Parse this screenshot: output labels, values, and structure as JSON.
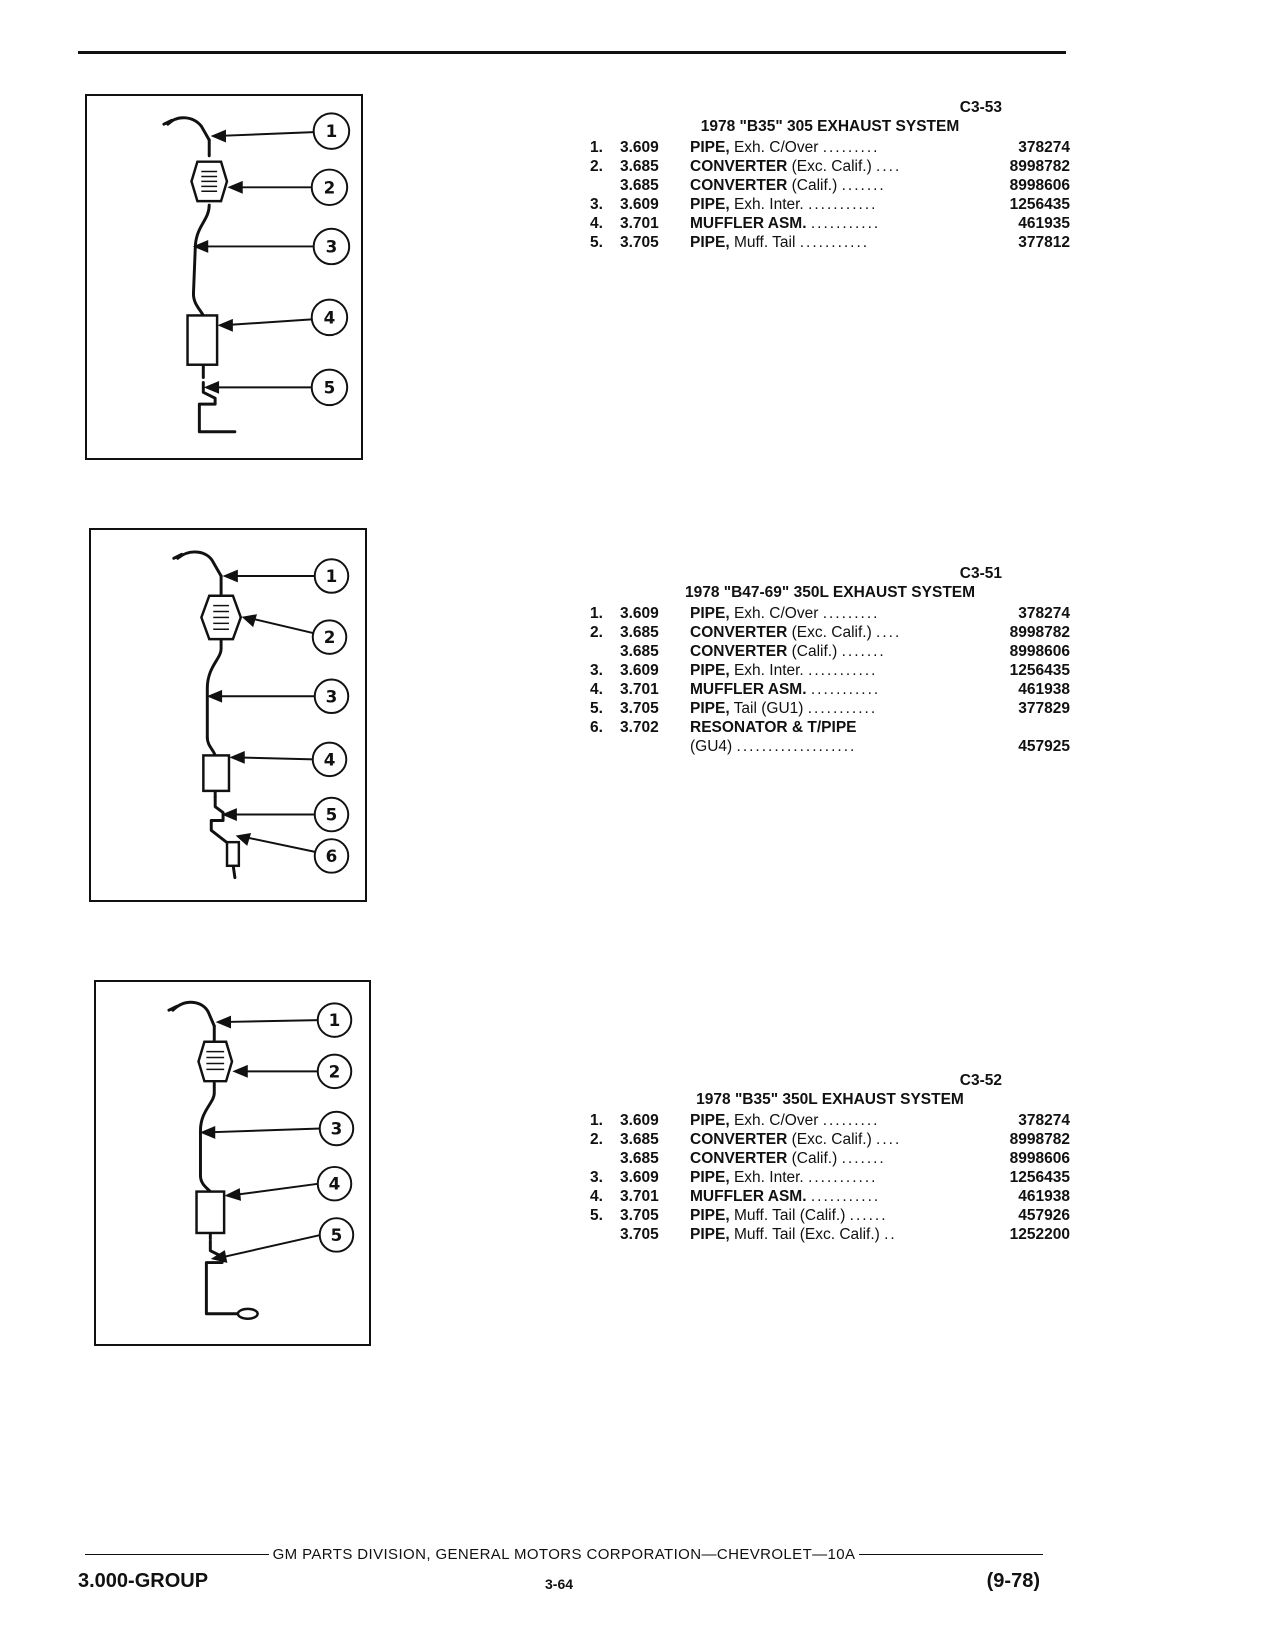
{
  "sections": [
    {
      "code": "C3-53",
      "title": "1978 \"B35\" 305 EXHAUST SYSTEM",
      "callouts": [
        "1",
        "2",
        "3",
        "4",
        "5"
      ],
      "rows": [
        {
          "num": "1.",
          "grp": "3.609",
          "name": "PIPE,",
          "desc": "Exh. C/Over",
          "dots": ".........",
          "pn": "378274"
        },
        {
          "num": "2.",
          "grp": "3.685",
          "name": "CONVERTER",
          "desc": "(Exc. Calif.)",
          "dots": "....",
          "pn": "8998782"
        },
        {
          "num": "",
          "grp": "3.685",
          "name": "CONVERTER",
          "desc": "(Calif.)",
          "dots": ".......",
          "pn": "8998606"
        },
        {
          "num": "3.",
          "grp": "3.609",
          "name": "PIPE,",
          "desc": "Exh. Inter.",
          "dots": "...........",
          "pn": "1256435"
        },
        {
          "num": "4.",
          "grp": "3.701",
          "name": "MUFFLER ASM.",
          "desc": "",
          "dots": "...........",
          "pn": "461935"
        },
        {
          "num": "5.",
          "grp": "3.705",
          "name": "PIPE,",
          "desc": "Muff. Tail",
          "dots": "...........",
          "pn": "377812"
        }
      ]
    },
    {
      "code": "C3-51",
      "title": "1978 \"B47-69\" 350L EXHAUST SYSTEM",
      "callouts": [
        "1",
        "2",
        "3",
        "4",
        "5",
        "6"
      ],
      "rows": [
        {
          "num": "1.",
          "grp": "3.609",
          "name": "PIPE,",
          "desc": "Exh. C/Over",
          "dots": ".........",
          "pn": "378274"
        },
        {
          "num": "2.",
          "grp": "3.685",
          "name": "CONVERTER",
          "desc": "(Exc. Calif.)",
          "dots": "....",
          "pn": "8998782"
        },
        {
          "num": "",
          "grp": "3.685",
          "name": "CONVERTER",
          "desc": "(Calif.)",
          "dots": ".......",
          "pn": "8998606"
        },
        {
          "num": "3.",
          "grp": "3.609",
          "name": "PIPE,",
          "desc": "Exh. Inter.",
          "dots": "...........",
          "pn": "1256435"
        },
        {
          "num": "4.",
          "grp": "3.701",
          "name": "MUFFLER ASM.",
          "desc": "",
          "dots": "...........",
          "pn": "461938"
        },
        {
          "num": "5.",
          "grp": "3.705",
          "name": "PIPE,",
          "desc": "Tail (GU1)",
          "dots": "...........",
          "pn": "377829"
        },
        {
          "num": "6.",
          "grp": "3.702",
          "name": "RESONATOR & T/PIPE",
          "desc": "",
          "dots": "",
          "pn": ""
        },
        {
          "num": "",
          "grp": "",
          "name": "",
          "desc": "(GU4)",
          "dots": "...................",
          "pn": "457925"
        }
      ]
    },
    {
      "code": "C3-52",
      "title": "1978 \"B35\" 350L EXHAUST SYSTEM",
      "callouts": [
        "1",
        "2",
        "3",
        "4",
        "5"
      ],
      "rows": [
        {
          "num": "1.",
          "grp": "3.609",
          "name": "PIPE,",
          "desc": "Exh. C/Over",
          "dots": ".........",
          "pn": "378274"
        },
        {
          "num": "2.",
          "grp": "3.685",
          "name": "CONVERTER",
          "desc": "(Exc. Calif.)",
          "dots": "....",
          "pn": "8998782"
        },
        {
          "num": "",
          "grp": "3.685",
          "name": "CONVERTER",
          "desc": "(Calif.)",
          "dots": ".......",
          "pn": "8998606"
        },
        {
          "num": "3.",
          "grp": "3.609",
          "name": "PIPE,",
          "desc": "Exh. Inter.",
          "dots": "...........",
          "pn": "1256435"
        },
        {
          "num": "4.",
          "grp": "3.701",
          "name": "MUFFLER ASM.",
          "desc": "",
          "dots": "...........",
          "pn": "461938"
        },
        {
          "num": "5.",
          "grp": "3.705",
          "name": "PIPE,",
          "desc": "Muff. Tail (Calif.)",
          "dots": "......",
          "pn": "457926"
        },
        {
          "num": "",
          "grp": "3.705",
          "name": "PIPE,",
          "desc": "Muff. Tail (Exc. Calif.)",
          "dots": "..",
          "pn": "1252200"
        }
      ]
    }
  ],
  "footer": {
    "publisher": "GM PARTS DIVISION, GENERAL MOTORS CORPORATION—CHEVROLET—10A",
    "group": "3.000-GROUP",
    "page": "3-64",
    "date": "(9-78)"
  }
}
